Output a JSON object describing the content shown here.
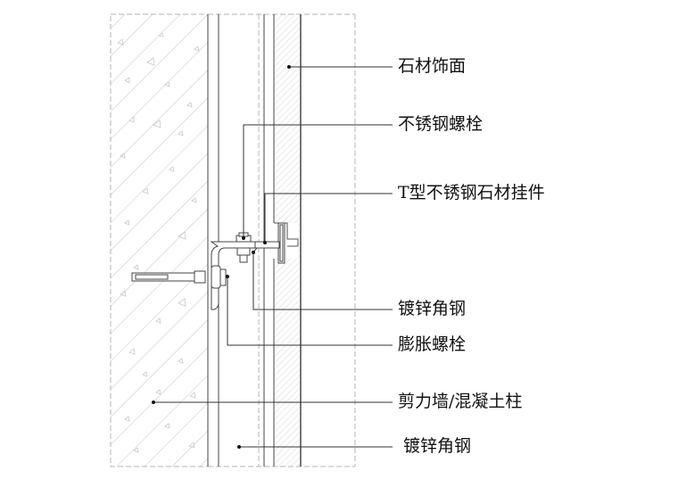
{
  "diagram": {
    "type": "stone-cladding-section-detail",
    "colors": {
      "line": "#444444",
      "hatch": "#bbbbbb",
      "dashed": "#aaaaaa",
      "text": "#111111"
    },
    "labels": [
      {
        "id": "stone-facing",
        "text": "石材饰面"
      },
      {
        "id": "stainless-bolt",
        "text": "不锈钢螺栓"
      },
      {
        "id": "t-clip",
        "text": "T型不锈钢石材挂件"
      },
      {
        "id": "galv-angle-1",
        "text": "镀锌角钢"
      },
      {
        "id": "expansion-bolt",
        "text": "膨胀螺栓"
      },
      {
        "id": "shear-wall",
        "text": "剪力墙/混凝土柱"
      },
      {
        "id": "galv-angle-2",
        "text": "镀锌角钢"
      }
    ]
  }
}
